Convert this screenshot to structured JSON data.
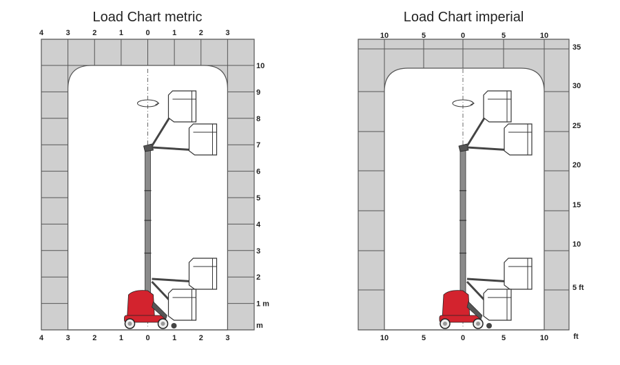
{
  "metric": {
    "title": "Load Chart metric",
    "top_ticks": [
      "4",
      "3",
      "2",
      "1",
      "0",
      "1",
      "2",
      "3"
    ],
    "bottom_ticks": [
      "4",
      "3",
      "2",
      "1",
      "0",
      "1",
      "2",
      "3"
    ],
    "right_ticks": [
      "m",
      "1 m",
      "2",
      "3",
      "4",
      "5",
      "6",
      "7",
      "8",
      "9",
      "10"
    ]
  },
  "imperial": {
    "title": "Load Chart imperial",
    "top_ticks": [
      "10",
      "5",
      "0",
      "5",
      "10"
    ],
    "bottom_ticks": [
      "10",
      "5",
      "0",
      "5",
      "10"
    ],
    "bottom_unit": "ft",
    "right_ticks": [
      "5 ft",
      "10",
      "15",
      "20",
      "25",
      "30",
      "35"
    ]
  },
  "colors": {
    "grid_fill": "#cfcfcf",
    "grid_line": "#555555",
    "machine_red": "#d3232e",
    "mast_grey": "#8a8a8a"
  }
}
